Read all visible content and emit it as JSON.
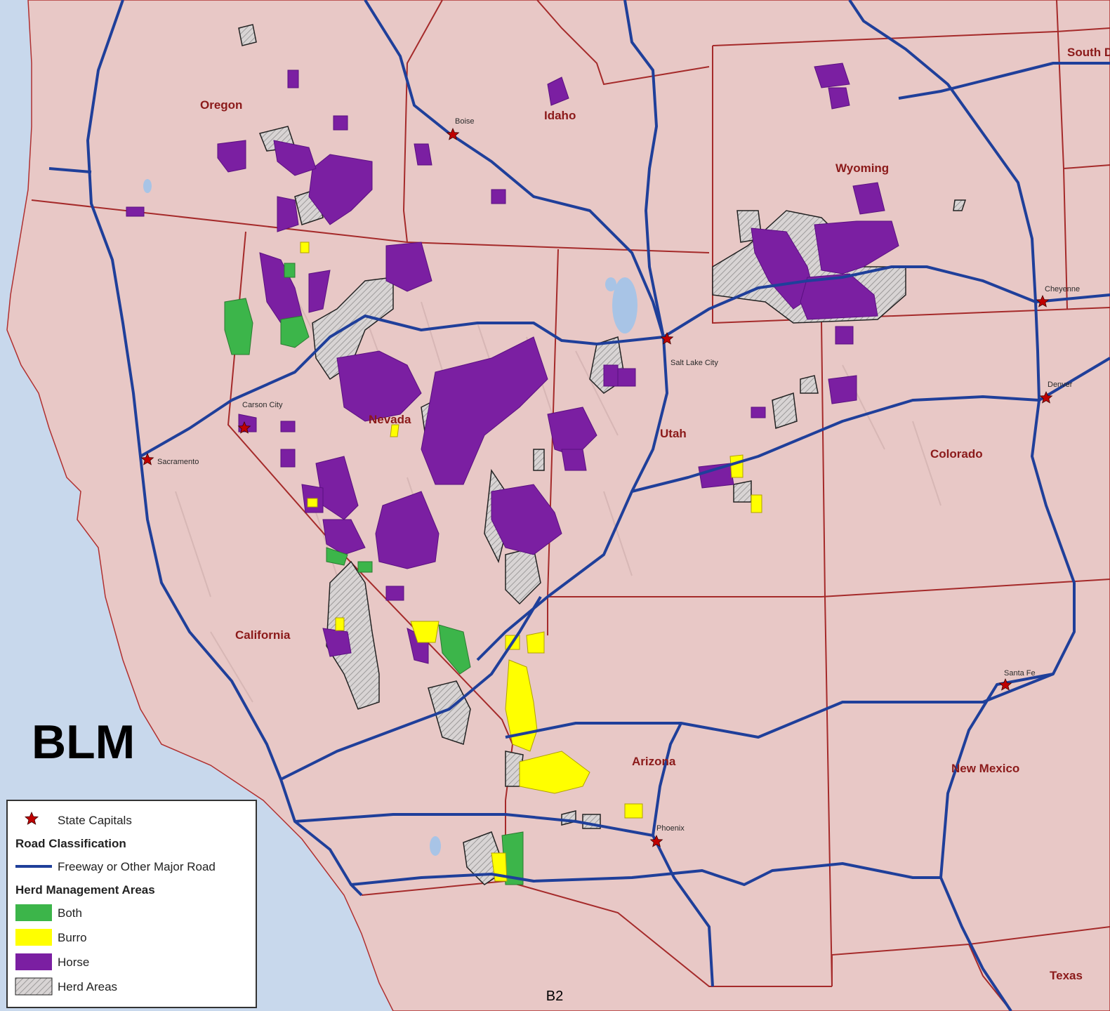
{
  "corner_title": "BLM",
  "page_label": "B2",
  "states": [
    {
      "id": "oregon",
      "name": "Oregon"
    },
    {
      "id": "idaho",
      "name": "Idaho"
    },
    {
      "id": "wyoming",
      "name": "Wyoming"
    },
    {
      "id": "south-dakota",
      "name": "South Dakota"
    },
    {
      "id": "nevada",
      "name": "Nevada"
    },
    {
      "id": "utah",
      "name": "Utah"
    },
    {
      "id": "colorado",
      "name": "Colorado"
    },
    {
      "id": "california",
      "name": "California"
    },
    {
      "id": "arizona",
      "name": "Arizona"
    },
    {
      "id": "new-mexico",
      "name": "New Mexico"
    },
    {
      "id": "texas",
      "name": "Texas"
    }
  ],
  "cities": [
    {
      "id": "boise",
      "name": "Boise"
    },
    {
      "id": "cheyenne",
      "name": "Cheyenne"
    },
    {
      "id": "salt-lake-city",
      "name": "Salt Lake City"
    },
    {
      "id": "denver",
      "name": "Denver"
    },
    {
      "id": "carson-city",
      "name": "Carson City"
    },
    {
      "id": "sacramento",
      "name": "Sacramento"
    },
    {
      "id": "santa-fe",
      "name": "Santa Fe"
    },
    {
      "id": "phoenix",
      "name": "Phoenix"
    }
  ],
  "legend": {
    "capitals_label": "State Capitals",
    "road_heading": "Road Classification",
    "road_label": "Freeway or Other Major Road",
    "hma_heading": "Herd Management Areas",
    "items": [
      {
        "label": "Both",
        "color": "#3cb54a"
      },
      {
        "label": "Burro",
        "color": "#ffff00"
      },
      {
        "label": "Horse",
        "color": "#7b1fa2"
      },
      {
        "label": "Herd Areas",
        "color": "hatched-gray"
      }
    ]
  },
  "colors": {
    "land": "#e8c8c6",
    "ocean": "#c8d8ec",
    "road": "#1f3f9a",
    "border": "#a52a2a",
    "capital": "#c00000"
  }
}
